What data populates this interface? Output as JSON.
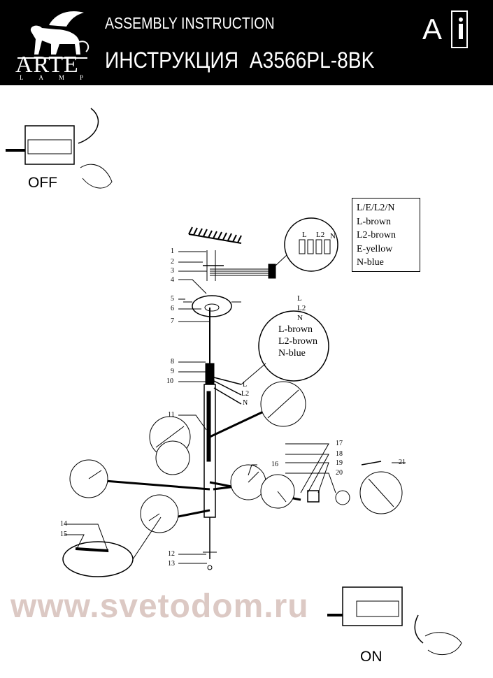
{
  "header": {
    "brand": "ARTE",
    "brand_sub": "LAMP",
    "title_en": "ASSEMBLY INSTRUCTION",
    "title_ru": "ИНСТРУКЦИЯ",
    "model": "A3566PL-8BK",
    "language": "A",
    "icons": [
      "winged-lion-logo",
      "instruction-book-icon"
    ]
  },
  "switch_off_label": "OFF",
  "switch_on_label": "ON",
  "watermark": "www.svetodom.ru",
  "legend": {
    "lines": [
      "L/E/L2/N",
      "L-brown",
      "L2-brown",
      "E-yellow",
      "N-blue"
    ]
  },
  "terminal_labels": [
    "L",
    "L2",
    "N"
  ],
  "wire_callout": {
    "terminals": [
      "L",
      "L2",
      "N"
    ],
    "lines": [
      "L-brown",
      "L2-brown",
      "N-blue"
    ]
  },
  "part_numbers": [
    "1",
    "2",
    "3",
    "4",
    "5",
    "6",
    "7",
    "8",
    "9",
    "10",
    "11",
    "12",
    "13",
    "14",
    "15",
    "16",
    "17",
    "18",
    "19",
    "20",
    "21"
  ]
}
